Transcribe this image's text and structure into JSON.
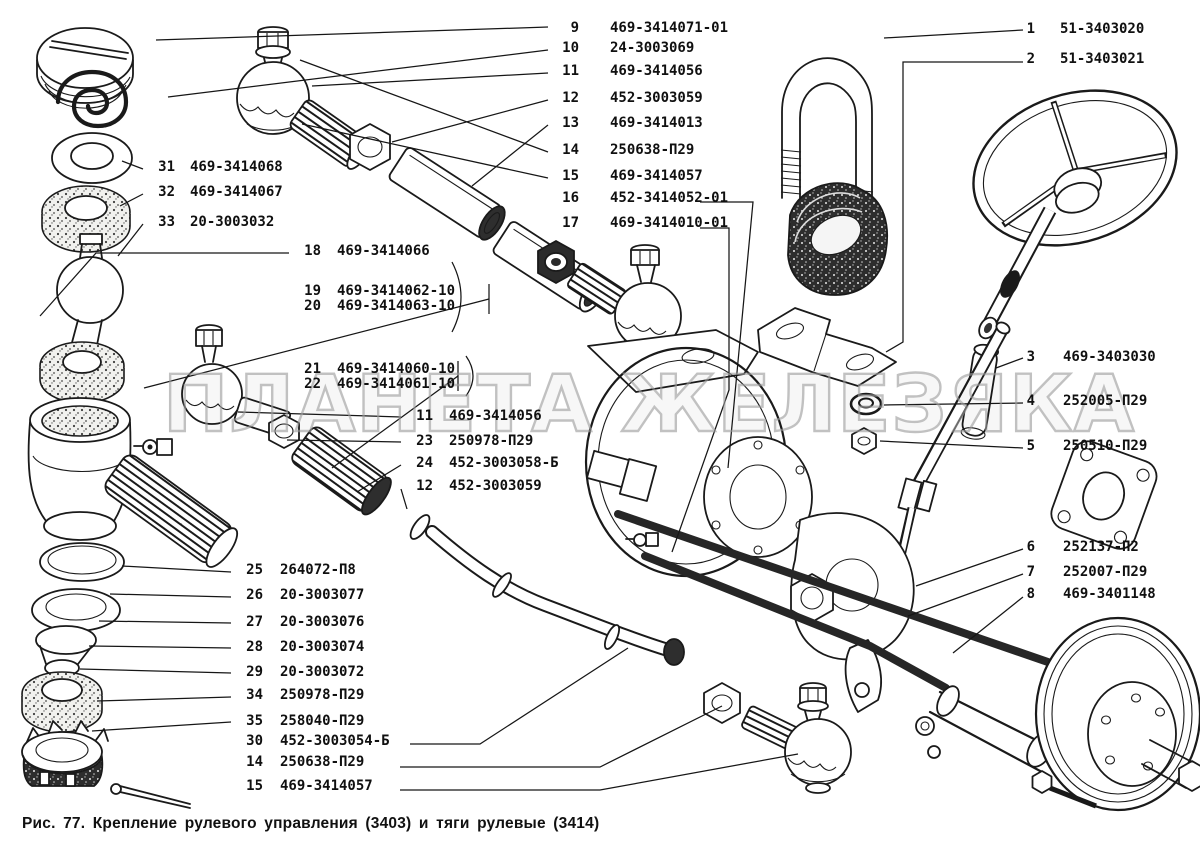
{
  "watermark": "ПЛАНЕТА ЖЕЛЕЗЯКА",
  "caption": "Рис. 77. Крепление рулевого управления (3403) и тяги рулевые (3414)",
  "colors": {
    "paper": "#ffffff",
    "ink": "#1a1a1a",
    "watermark": "#9c9c9c"
  },
  "callouts": {
    "top_middle": [
      {
        "num": "9",
        "part": "469-3414071-01"
      },
      {
        "num": "10",
        "part": "24-3003069"
      },
      {
        "num": "11",
        "part": "469-3414056"
      },
      {
        "num": "12",
        "part": "452-3003059"
      },
      {
        "num": "13",
        "part": "469-3414013"
      },
      {
        "num": "14",
        "part": "250638-П29"
      },
      {
        "num": "15",
        "part": "469-3414057"
      },
      {
        "num": "16",
        "part": "452-3414052-01"
      },
      {
        "num": "17",
        "part": "469-3414010-01"
      }
    ],
    "top_right": [
      {
        "num": "1",
        "part": "51-3403020"
      },
      {
        "num": "2",
        "part": "51-3403021"
      }
    ],
    "left_upper": [
      {
        "num": "31",
        "part": "469-3414068"
      },
      {
        "num": "32",
        "part": "469-3414067"
      },
      {
        "num": "33",
        "part": "20-3003032"
      }
    ],
    "left_rod": [
      {
        "num": "18",
        "part": "469-3414066"
      },
      {
        "num": "19",
        "part": "469-3414062-10"
      },
      {
        "num": "20",
        "part": "469-3414063-10"
      },
      {
        "num": "21",
        "part": "469-3414060-10"
      },
      {
        "num": "22",
        "part": "469-3414061-10"
      }
    ],
    "mid_left": [
      {
        "num": "11",
        "part": "469-3414056"
      },
      {
        "num": "23",
        "part": "250978-П29"
      },
      {
        "num": "24",
        "part": "452-3003058-Б"
      },
      {
        "num": "12",
        "part": "452-3003059"
      }
    ],
    "bottom_left": [
      {
        "num": "25",
        "part": "264072-П8"
      },
      {
        "num": "26",
        "part": "20-3003077"
      },
      {
        "num": "27",
        "part": "20-3003076"
      },
      {
        "num": "28",
        "part": "20-3003074"
      },
      {
        "num": "29",
        "part": "20-3003072"
      },
      {
        "num": "34",
        "part": "250978-П29"
      },
      {
        "num": "35",
        "part": "258040-П29"
      },
      {
        "num": "30",
        "part": "452-3003054-Б"
      },
      {
        "num": "14",
        "part": "250638-П29"
      },
      {
        "num": "15",
        "part": "469-3414057"
      }
    ],
    "right_side": [
      {
        "num": "3",
        "part": "469-3403030"
      },
      {
        "num": "4",
        "part": "252005-П29"
      },
      {
        "num": "5",
        "part": "250510-П29"
      }
    ],
    "right_lower": [
      {
        "num": "6",
        "part": "252137-П2"
      },
      {
        "num": "7",
        "part": "252007-П29"
      },
      {
        "num": "8",
        "part": "469-3401148"
      }
    ]
  }
}
